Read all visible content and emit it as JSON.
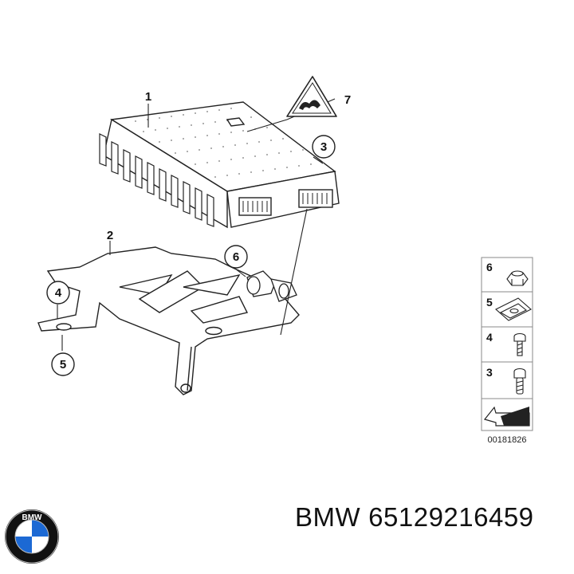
{
  "diagram": {
    "callouts": [
      {
        "id": "1",
        "label": "1"
      },
      {
        "id": "2",
        "label": "2"
      },
      {
        "id": "3",
        "label": "3"
      },
      {
        "id": "4",
        "label": "4"
      },
      {
        "id": "5",
        "label": "5"
      },
      {
        "id": "6",
        "label": "6"
      },
      {
        "id": "7",
        "label": "7"
      }
    ],
    "legend": {
      "items": [
        {
          "label": "6",
          "icon": "nut-icon"
        },
        {
          "label": "5",
          "icon": "clip-nut-icon"
        },
        {
          "label": "4",
          "icon": "screw-icon"
        },
        {
          "label": "3",
          "icon": "bolt-icon"
        }
      ],
      "code": "00181826"
    }
  },
  "footer": {
    "brand": "BMW",
    "part_number": "65129216459",
    "logo_letters": "BMW"
  },
  "colors": {
    "line": "#222222",
    "logo_blue": "#1c69d4",
    "logo_ring": "#111111"
  }
}
